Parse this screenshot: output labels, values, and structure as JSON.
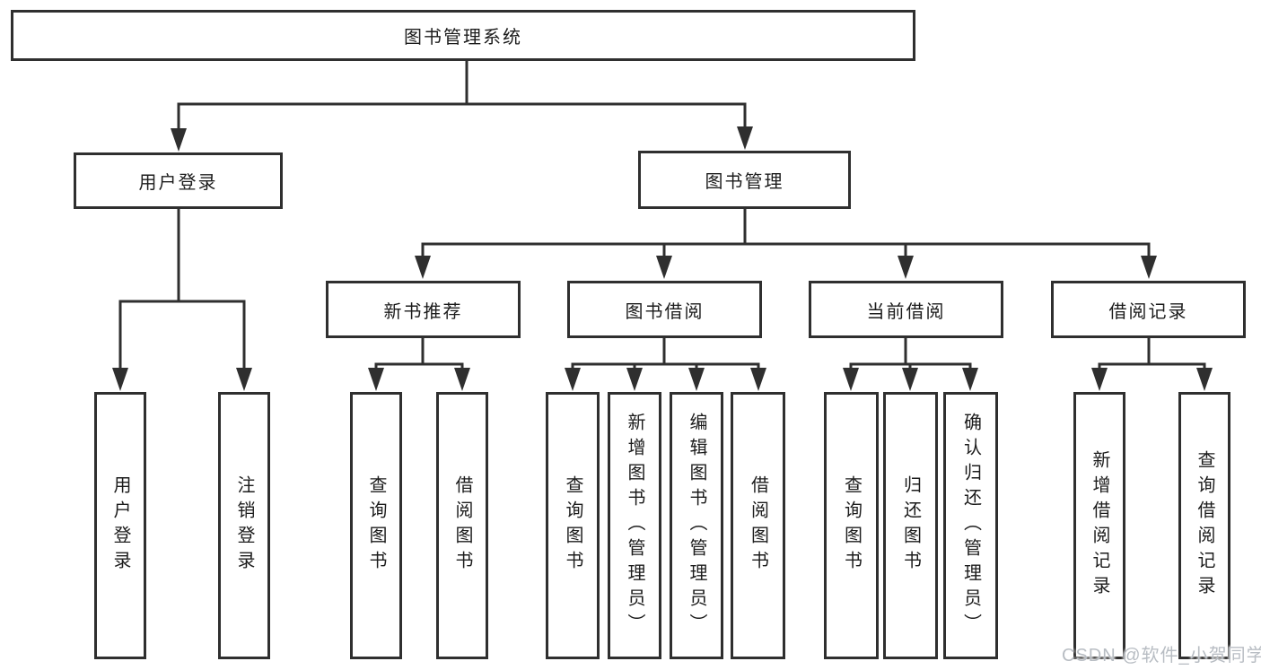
{
  "diagram_type": "hierarchy",
  "colors": {
    "line": "#2f2f2f",
    "text": "#1c1c1c",
    "background": "#ffffff",
    "watermark": "#b8bdc3"
  },
  "tree": {
    "root": {
      "label": "图书管理系统",
      "children": [
        {
          "label": "用户登录",
          "children": [
            {
              "label": "用户登录"
            },
            {
              "label": "注销登录"
            }
          ]
        },
        {
          "label": "图书管理",
          "children": [
            {
              "label": "新书推荐",
              "children": [
                {
                  "label": "查询图书"
                },
                {
                  "label": "借阅图书"
                }
              ]
            },
            {
              "label": "图书借阅",
              "children": [
                {
                  "label": "查询图书"
                },
                {
                  "label": "新增图书（管理员）"
                },
                {
                  "label": "编辑图书（管理员）"
                },
                {
                  "label": "借阅图书"
                }
              ]
            },
            {
              "label": "当前借阅",
              "children": [
                {
                  "label": "查询图书"
                },
                {
                  "label": "归还图书"
                },
                {
                  "label": "确认归还（管理员）"
                }
              ]
            },
            {
              "label": "借阅记录",
              "children": [
                {
                  "label": "新增借阅记录"
                },
                {
                  "label": "查询借阅记录"
                }
              ]
            }
          ]
        }
      ]
    }
  },
  "watermark": "CSDN @软件_小贺同学"
}
